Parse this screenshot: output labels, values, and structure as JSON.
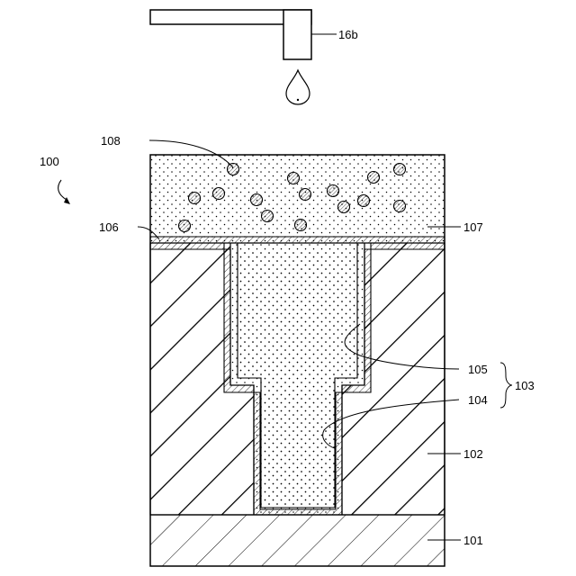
{
  "labels": {
    "nozzle": "16b",
    "device": "100",
    "particles": "108",
    "barrier_film": "106",
    "fill_material": "107",
    "trench": "105",
    "recess": "103",
    "via": "104",
    "insulating_layer": "102",
    "substrate": "101"
  },
  "colors": {
    "line": "#000000",
    "background": "#ffffff"
  }
}
